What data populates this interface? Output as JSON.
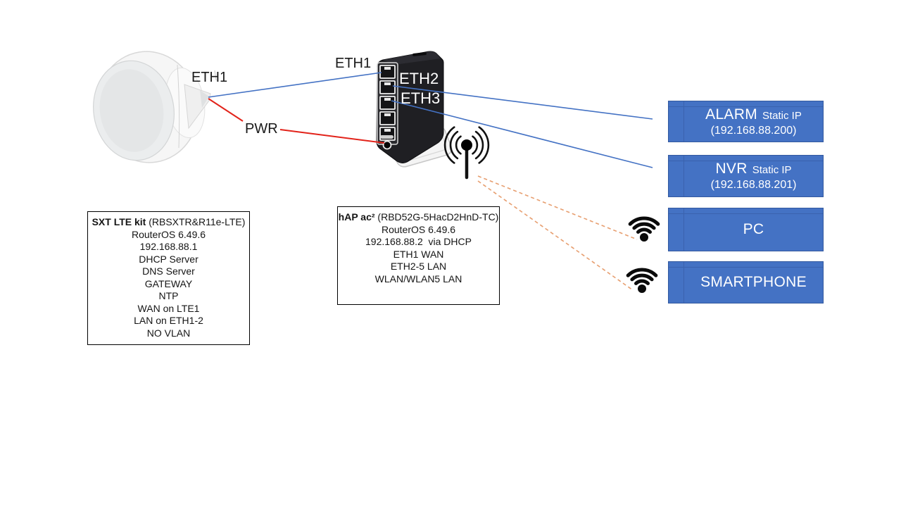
{
  "labels": {
    "sxt_eth1": "ETH1",
    "sxt_pwr": "PWR",
    "router_eth1": "ETH1",
    "router_eth2": "ETH2",
    "router_eth3": "ETH3"
  },
  "info_boxes": {
    "sxt": {
      "title_bold": "SXT LTE kit",
      "title_rest": " (RBSXTR&R11e-LTE)",
      "lines": [
        "RouterOS 6.49.6",
        "192.168.88.1",
        "DHCP Server",
        "DNS Server",
        "GATEWAY",
        "NTP",
        "WAN on LTE1",
        "LAN on ETH1-2",
        "NO VLAN"
      ]
    },
    "hap": {
      "title_bold": "hAP ac²",
      "title_rest": " (RBD52G-5HacD2HnD-TC)",
      "lines": [
        "RouterOS 6.49.6",
        "192.168.88.2  via DHCP",
        "ETH1 WAN",
        "ETH2-5 LAN",
        "WLAN/WLAN5 LAN"
      ]
    }
  },
  "client_boxes": [
    {
      "name": "ALARM",
      "qualifier": "Static IP",
      "detail": "(192.168.88.200)"
    },
    {
      "name": "NVR",
      "qualifier": "Static IP",
      "detail": "(192.168.88.201)"
    },
    {
      "name": "PC",
      "qualifier": "",
      "detail": ""
    },
    {
      "name": "SMARTPHONE",
      "qualifier": "",
      "detail": ""
    }
  ],
  "icons": {
    "antenna": "broadcast-antenna-icon",
    "wifi_pc": "wifi-signal-icon",
    "wifi_smartphone": "wifi-signal-icon"
  },
  "illustrations": {
    "left_device": "sxt-lte-antenna",
    "center_device": "hap-ac2-router"
  },
  "colors": {
    "box_fill": "#4472C4",
    "box_border": "#33599F",
    "box_grid": "#3A62AE",
    "line_blue": "#4472C4",
    "line_red": "#E2231A",
    "line_wireless_dashed": "#E79E6F",
    "icon_black": "#0A0A0A"
  }
}
